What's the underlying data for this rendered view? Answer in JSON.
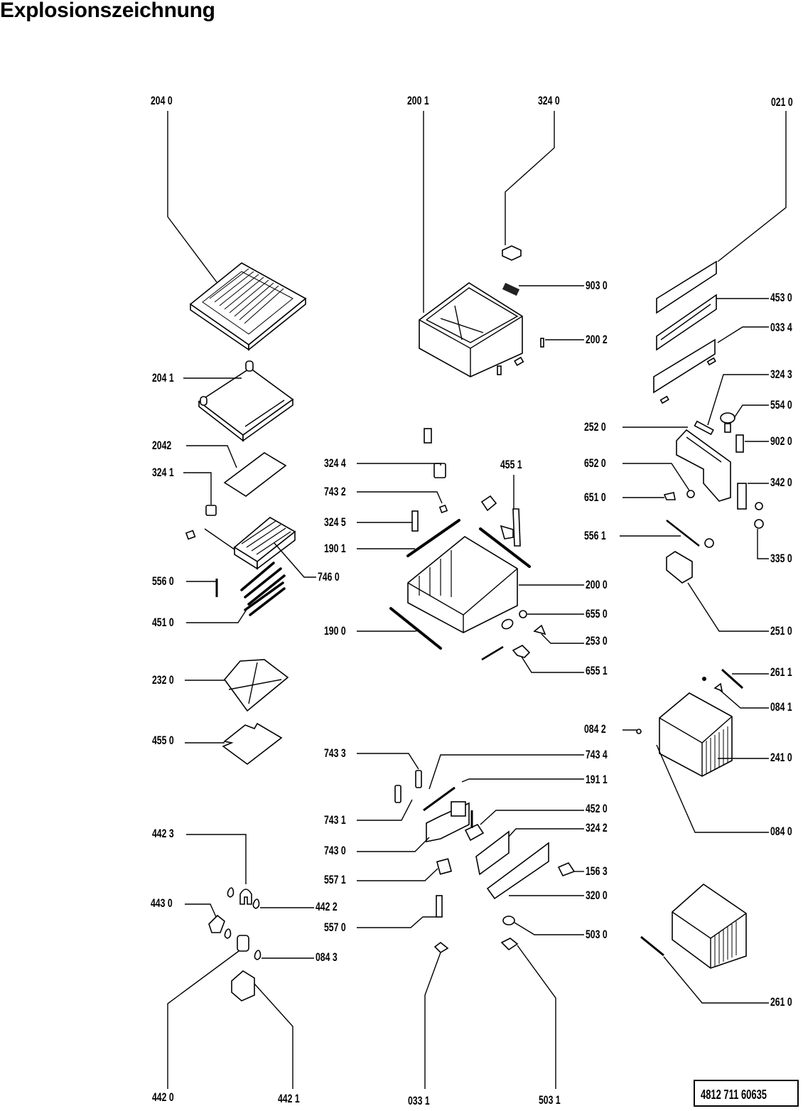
{
  "title": "Explosionszeichnung",
  "document_number": "4812 711 60635",
  "labels": {
    "l2040": "204 0",
    "l2001": "200 1",
    "l3240": "324 0",
    "l0210": "021 0",
    "l9030": "903 0",
    "l4530": "453 0",
    "l0334": "033 4",
    "l2002": "200 2",
    "l3243": "324 3",
    "l2041": "204 1",
    "l5540": "554 0",
    "l2520": "252 0",
    "l9020": "902 0",
    "l2042": "2042",
    "l3241": "324 1",
    "l3244": "324 4",
    "l4551": "455 1",
    "l6520": "652 0",
    "l3420": "342 0",
    "l7432": "743 2",
    "l6510": "651 0",
    "l3245": "324 5",
    "l5561": "556 1",
    "l1901": "190 1",
    "l3350": "335 0",
    "l5560": "556 0",
    "l7460": "746 0",
    "l2000": "200 0",
    "l4510": "451 0",
    "l6550": "655 0",
    "l2510": "251 0",
    "l1900": "190 0",
    "l2530": "253 0",
    "l6551": "655 1",
    "l2320": "232 0",
    "l2611": "261 1",
    "l0841": "084 1",
    "l0842": "084 2",
    "l4550": "455 0",
    "l2410": "241 0",
    "l7433": "743 3",
    "l7434": "743 4",
    "l1911": "191 1",
    "l0840": "084 0",
    "l7431": "743 1",
    "l4520": "452 0",
    "l4423": "442 3",
    "l7430": "743 0",
    "l3242": "324 2",
    "l5571": "557 1",
    "l1563": "156 3",
    "l4430": "443 0",
    "l4422": "442 2",
    "l3200": "320 0",
    "l5570": "557 0",
    "l5030": "503 0",
    "l0843": "084 3",
    "l2610": "261 0",
    "l4420": "442 0",
    "l4421": "442 1",
    "l0331": "033 1",
    "l5031": "503 1"
  }
}
